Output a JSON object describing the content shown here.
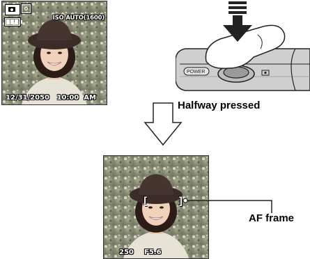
{
  "top_screen": {
    "iso_text": "ISO AUTO(1600)",
    "date_time": "12/31/2050   10:00  AM",
    "mode_icon": "camera-mode-icon",
    "flash_icon": "macro-icon",
    "battery_icon": "battery-icon"
  },
  "camera_top": {
    "power_label": "POWER",
    "shutter_icon": "shutter-button-icon",
    "press_arrow_icon": "press-arrow-icon"
  },
  "step_label": "Halfway pressed",
  "bottom_screen": {
    "shutter_speed": "250",
    "aperture": "F5.6",
    "af_frame_icon": "af-frame-icon"
  },
  "callout_label": "AF frame",
  "colors": {
    "background": "#ffffff",
    "lcd_text": "#ffffff",
    "label_text": "#000000"
  }
}
